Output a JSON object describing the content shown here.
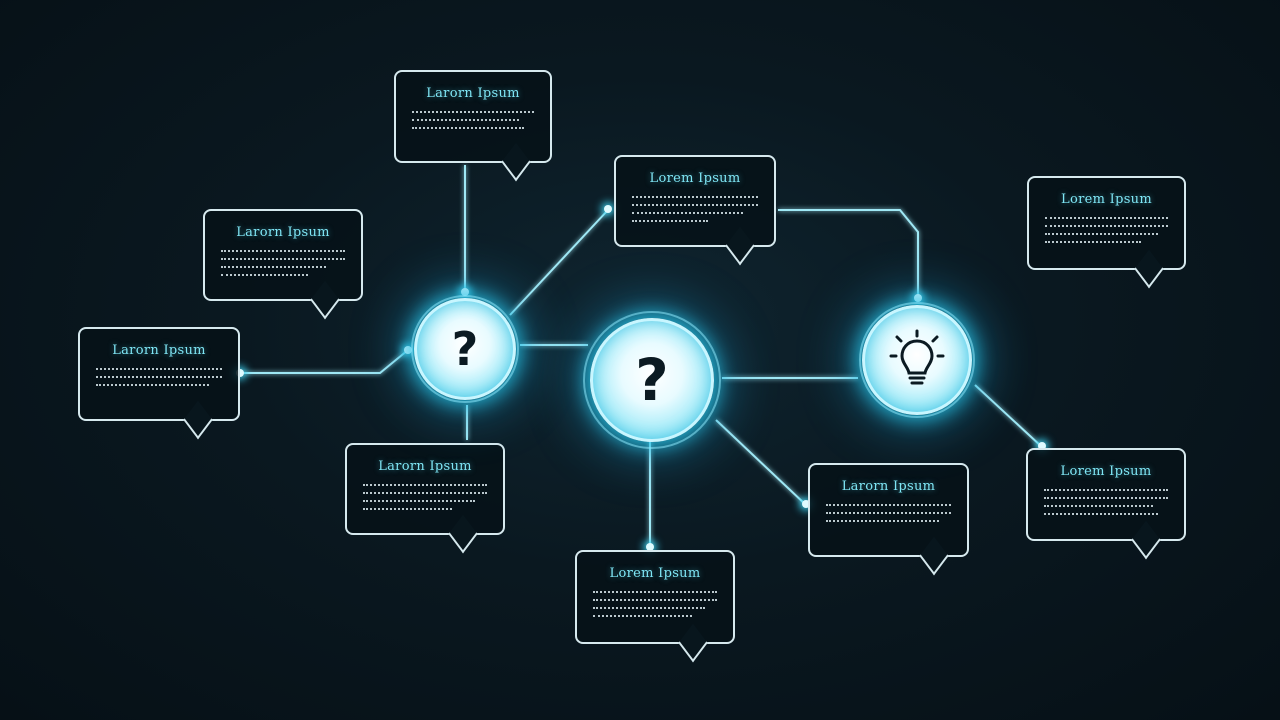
{
  "colors": {
    "background": "#0a1820",
    "accent": "#3fc3de",
    "bubble_border": "#d6e9ee",
    "title": "#7fe6f5"
  },
  "nodes": [
    {
      "id": "q1",
      "glyph": "?",
      "icon": "question-mark-icon"
    },
    {
      "id": "q2",
      "glyph": "?",
      "icon": "question-mark-icon"
    },
    {
      "id": "idea",
      "icon": "lightbulb-icon"
    }
  ],
  "bubbles": [
    {
      "title": "Larorn  Ipsum"
    },
    {
      "title": "Larorn  Ipsum"
    },
    {
      "title": "Larorn  Ipsum"
    },
    {
      "title": "Larorn  Ipsum"
    },
    {
      "title": "Lorem  Ipsum"
    },
    {
      "title": "Lorem  Ipsum"
    },
    {
      "title": "Larorn  Ipsum"
    },
    {
      "title": "Lorem  Ipsum"
    },
    {
      "title": "Lorem  Ipsum"
    }
  ]
}
